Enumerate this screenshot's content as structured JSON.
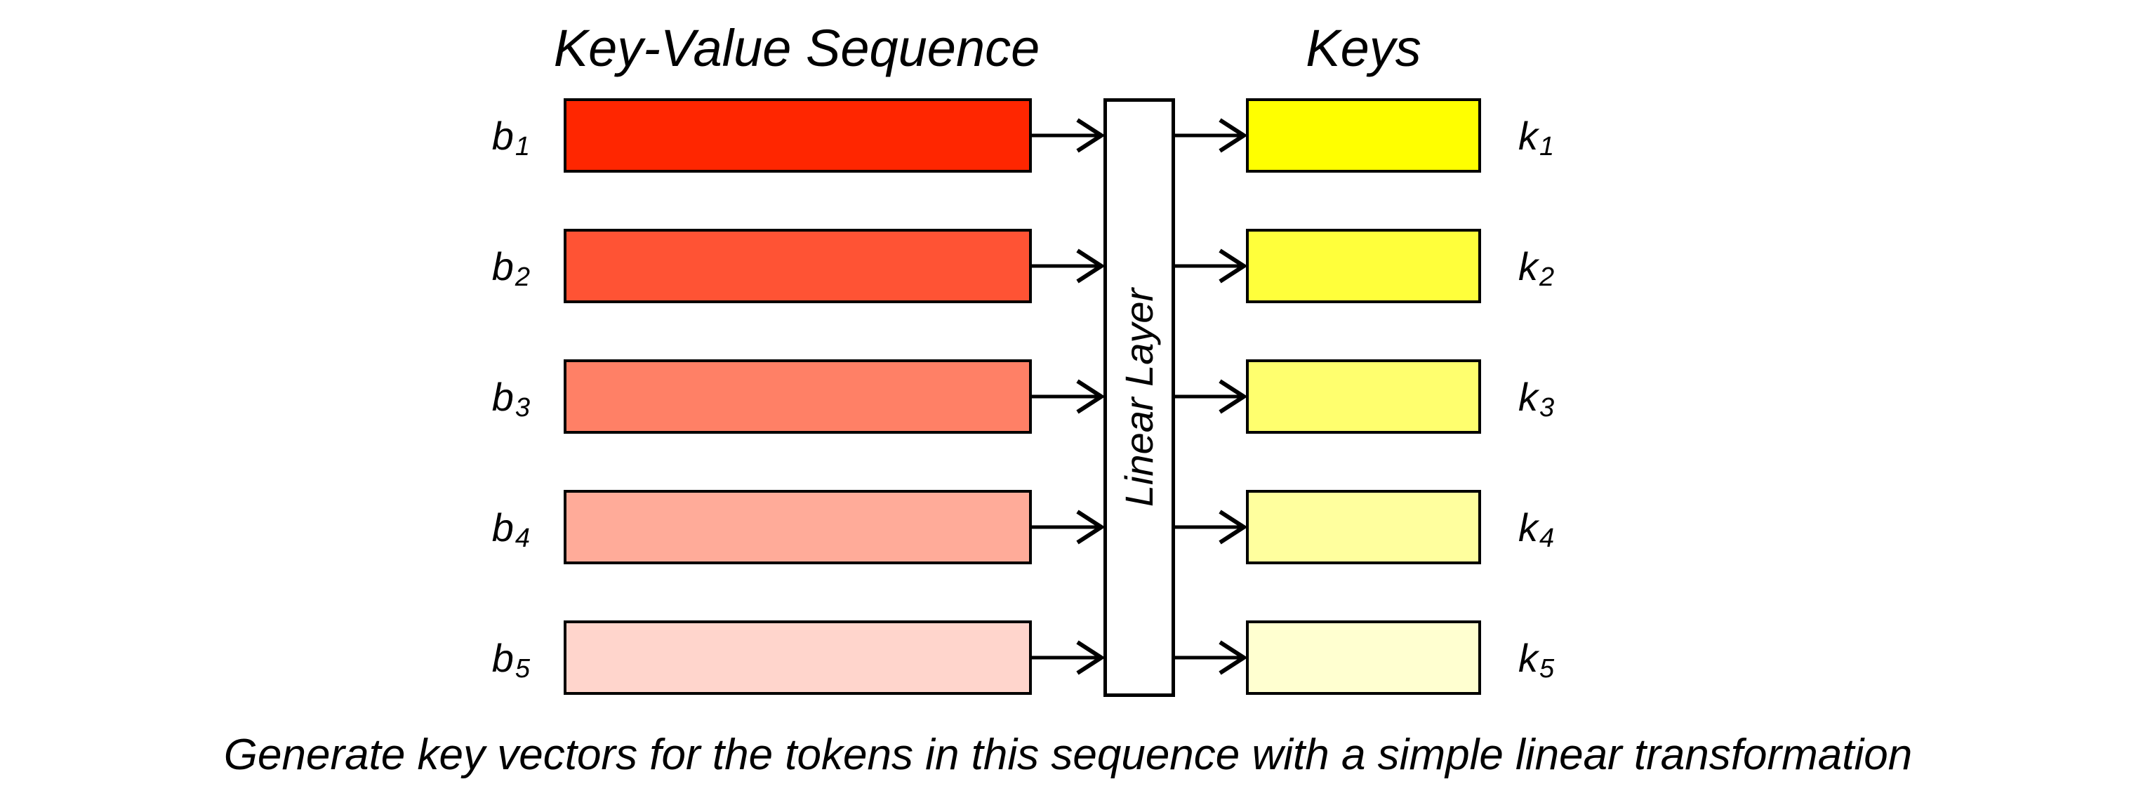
{
  "titles": {
    "key_value_sequence": "Key-Value Sequence",
    "keys": "Keys",
    "linear_layer": "Linear Layer"
  },
  "caption": "Generate key vectors for the tokens in this sequence with a simple linear transformation",
  "rows": [
    {
      "b_label": "b",
      "b_sub": "1",
      "b_color": "#FF2600",
      "k_label": "k",
      "k_sub": "1",
      "k_color": "#FFFF00"
    },
    {
      "b_label": "b",
      "b_sub": "2",
      "b_color": "#FF5334",
      "k_label": "k",
      "k_sub": "2",
      "k_color": "#FFFF3B"
    },
    {
      "b_label": "b",
      "b_sub": "3",
      "b_color": "#FF8066",
      "k_label": "k",
      "k_sub": "3",
      "k_color": "#FFFF6E"
    },
    {
      "b_label": "b",
      "b_sub": "4",
      "b_color": "#FFAB99",
      "k_label": "k",
      "k_sub": "4",
      "k_color": "#FFFF9E"
    },
    {
      "b_label": "b",
      "b_sub": "5",
      "b_color": "#FFD5CC",
      "k_label": "k",
      "k_sub": "5",
      "k_color": "#FFFFD0"
    }
  ],
  "colors": {
    "stroke": "#000000",
    "background": "#FFFFFF"
  }
}
